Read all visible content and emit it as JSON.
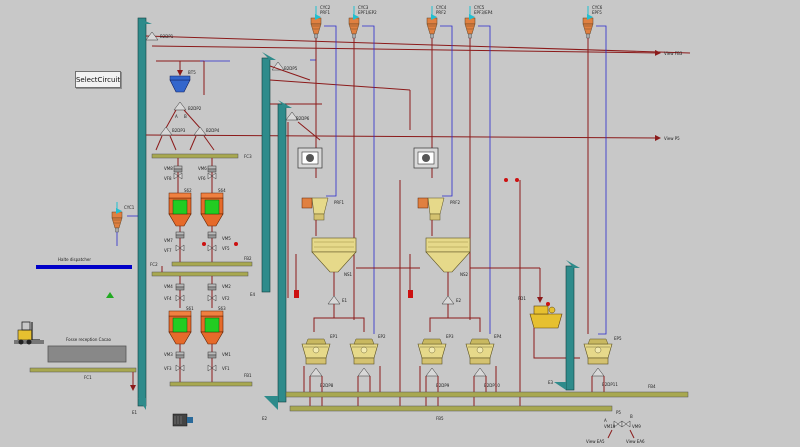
{
  "toolbar": {
    "select_circuit_label": "SelectCircuit"
  },
  "labels": {
    "cyc1": "CYC1",
    "cyc2": "CYC2",
    "prf1": "PRF1",
    "cyc3": "CYC3",
    "epf1_2": "EPF1/EP2",
    "cyc4": "CYC4",
    "prf2": "PRF2",
    "cyc5": "CYC5",
    "epf3_4": "EPF3/EP4",
    "cyc6": "CYC6",
    "epf5": "EPF5",
    "b2dp1": "B2DP1",
    "b2dp2": "B2DP2",
    "b2dp3": "B2DP3",
    "b2dp4": "B2DP4",
    "b2dp5": "B2DP5",
    "b2dp6": "B2DP6",
    "b2dp8": "B2DP8",
    "b2dp9": "B2DP9",
    "b2dp10": "B2DP10",
    "b2dp11": "B2DP11",
    "bt5": "BT5",
    "view_fb3": "View FB3",
    "view_p5": "View P5",
    "fc2": "FC2",
    "fc3": "FC3",
    "fb2": "FB2",
    "fb1": "FB1",
    "fc1": "FC1",
    "fb4": "FB4",
    "fb5": "FB5",
    "s62": "S62",
    "s64": "S64",
    "s61": "S61",
    "s63": "S63",
    "vm8": "VM8",
    "vm6": "VM6",
    "vm4": "VM4",
    "vm2": "VM2",
    "vm7": "VM7",
    "vm5": "VM5",
    "vm3": "VM3",
    "vm1": "VM1",
    "vf8": "VF8",
    "vf6": "VF6",
    "vf4": "VF4",
    "vf2": "VF2",
    "vf7": "VF7",
    "vf5": "VF5",
    "vf3": "VF3",
    "vf1": "VF1",
    "e1": "E1",
    "e2": "E2",
    "e3": "E3",
    "e4": "E4",
    "prf1_unit": "PRF1",
    "prf2_unit": "PRF2",
    "ns1": "NS1",
    "ns2": "NS2",
    "e1_small": "E1",
    "e2_small": "E2",
    "ep1": "EP1",
    "ep2": "EP2",
    "ep3": "EP3",
    "ep4": "EP4",
    "ep5": "EP5",
    "fd1": "FD1",
    "halte_dispatcher": "Halte dispatcher",
    "fosse_reception": "Fosse reception Cacao",
    "p5": "P5",
    "vm10": "VM10",
    "vm9": "VM9",
    "view_ea5": "View EA5",
    "view_ea6": "View EA6",
    "a": "A",
    "b": "B"
  },
  "colors": {
    "background": "#c8c8c8",
    "pipe_red": "#8b1a1a",
    "pipe_blue": "#2a2acc",
    "elevator": "#2e8b8b",
    "silo_orange": "#e66a2a",
    "silo_green": "#22cc22",
    "machine_yellow": "#e6d98a",
    "conveyor": "#a8a850",
    "dispatch_blue": "#0000c8"
  }
}
